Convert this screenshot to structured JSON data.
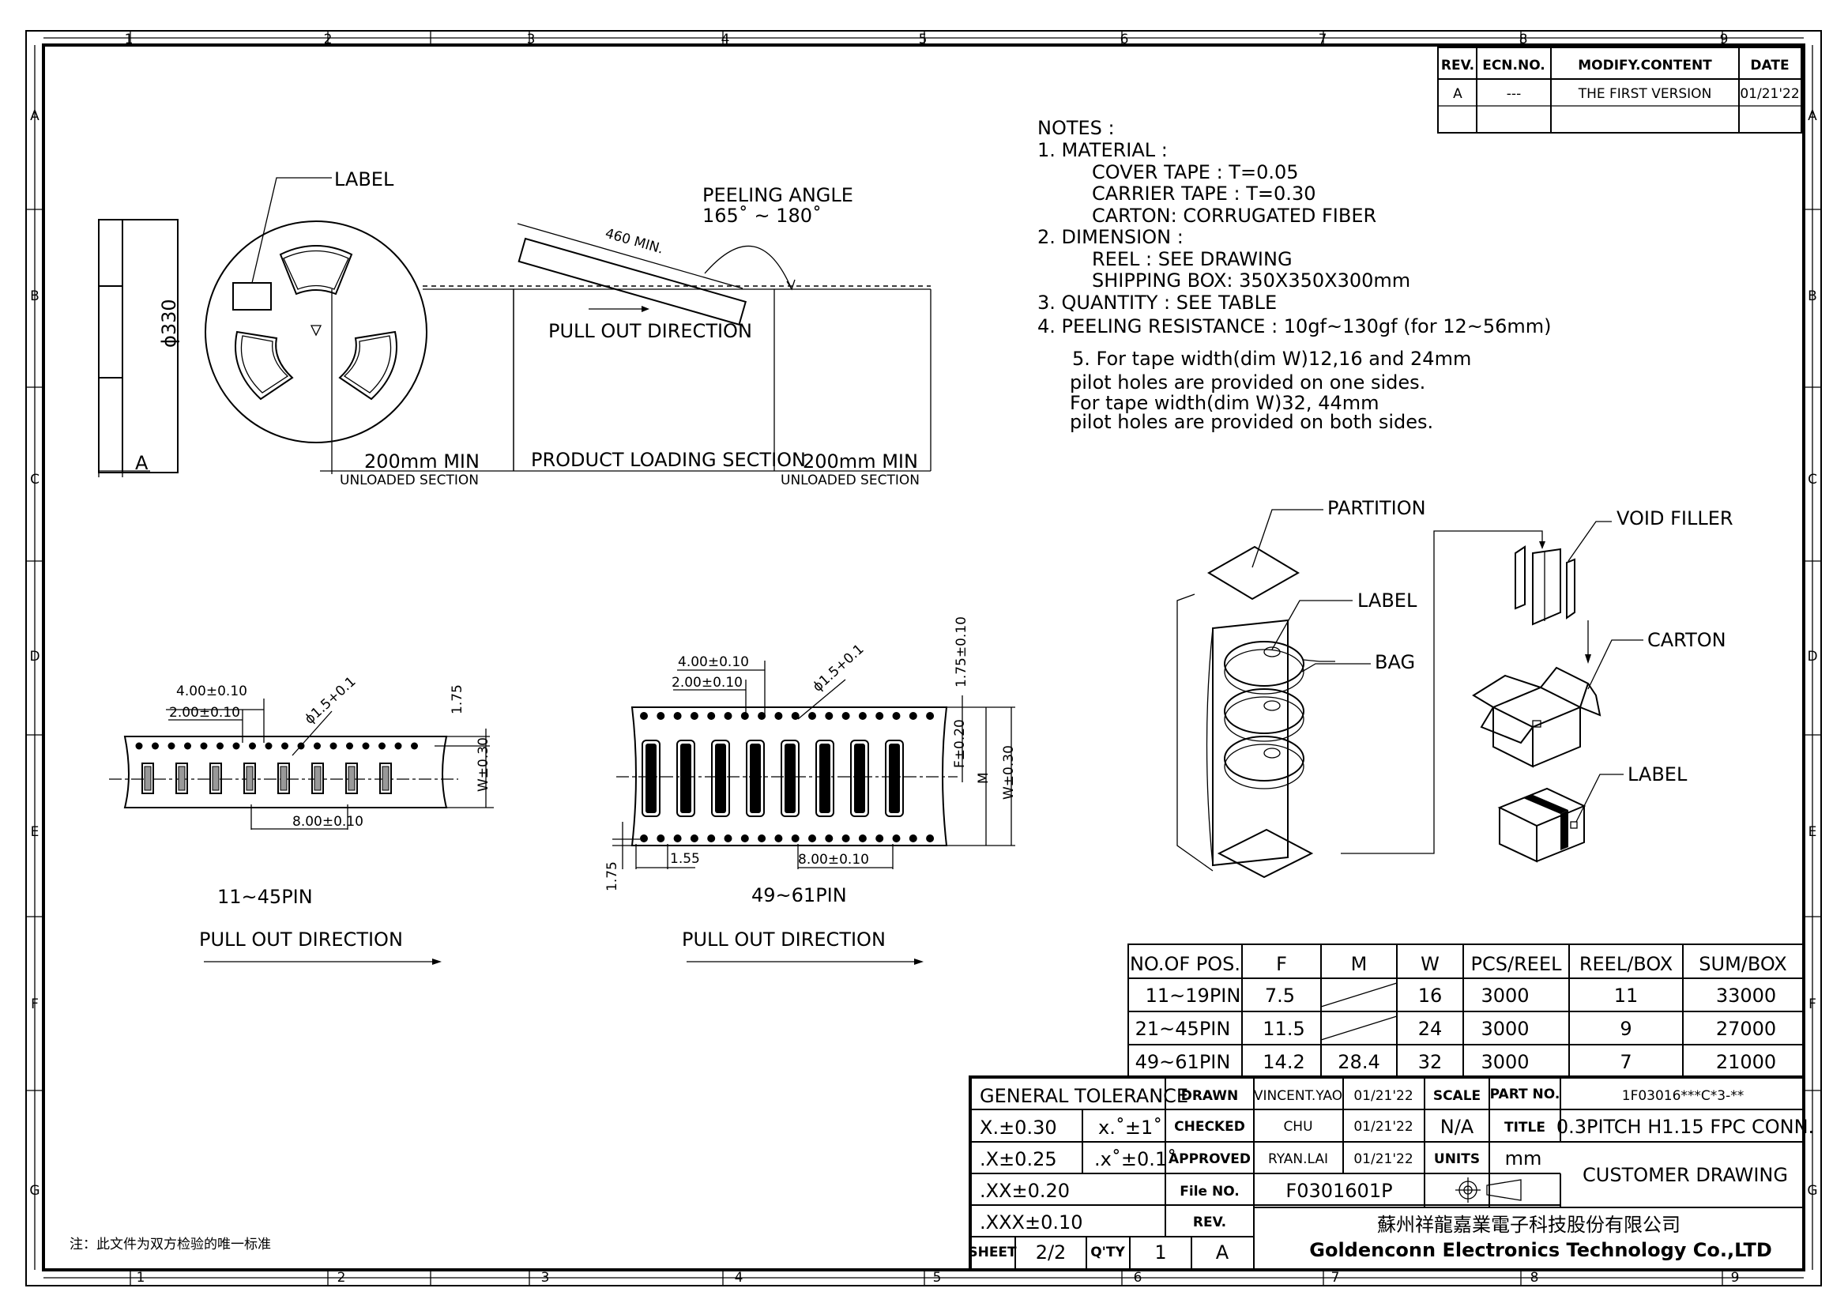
{
  "border": {
    "columns": [
      "1",
      "2",
      "3",
      "4",
      "5",
      "6",
      "7",
      "8",
      "9"
    ],
    "rows": [
      "A",
      "B",
      "C",
      "D",
      "E",
      "F",
      "G"
    ]
  },
  "revision": {
    "headers": [
      "REV.",
      "ECN.NO.",
      "MODIFY.CONTENT",
      "DATE"
    ],
    "rows": [
      [
        "A",
        "---",
        "THE FIRST VERSION",
        "01/21'22"
      ]
    ]
  },
  "notes": [
    "NOTES :",
    "1. MATERIAL :",
    "COVER TAPE :   T=0.05",
    "CARRIER TAPE : T=0.30",
    "CARTON: CORRUGATED FIBER",
    "2. DIMENSION :",
    "REEL : SEE DRAWING",
    "SHIPPING BOX: 350X350X300mm",
    "3. QUANTITY : SEE TABLE",
    "4. PEELING RESISTANCE : 10gf~130gf (for 12~56mm)",
    "5. For tape width(dim W)12,16 and 24mm",
    "pilot holes are provided on one sides.",
    "For tape width(dim W)32, 44mm",
    "pilot holes are provided on both sides."
  ],
  "reel": {
    "label": "LABEL",
    "diameter": "ϕ330",
    "a_dim": "A",
    "peeling_angle": "PEELING ANGLE",
    "peeling_range": "165˚ ~ 180˚",
    "tape_length": "460 MIN.",
    "pull_out": "PULL OUT DIRECTION",
    "unloaded_len_left": "200mm MIN",
    "product_loading": "PRODUCT LOADING SECTION",
    "unloaded_len_right": "200mm MIN",
    "unloaded_left": "UNLOADED SECTION",
    "unloaded_right": "UNLOADED SECTION"
  },
  "tape_small": {
    "pitch_400": "4.00±0.10",
    "pitch_200": "2.00±0.10",
    "hole": "ϕ1.5+0.1",
    "dim_175": "1.75",
    "width": "W±0.30",
    "pitch_800": "8.00±0.10",
    "pins": "11~45PIN",
    "pull_out": "PULL OUT DIRECTION"
  },
  "tape_large": {
    "pitch_400": "4.00±0.10",
    "pitch_200": "2.00±0.10",
    "hole": "ϕ1.5+0.1",
    "dim_175_top": "1.75±0.10",
    "f_dim": "F±0.20",
    "m_dim": "M",
    "width": "W±0.30",
    "dim_155": "1.55",
    "pitch_800": "8.00±0.10",
    "dim_175_side": "1.75",
    "pins": "49~61PIN",
    "pull_out": "PULL OUT DIRECTION"
  },
  "packing": {
    "partition": "PARTITION",
    "label_reel": "LABEL",
    "bag": "BAG",
    "void_filler": "VOID FILLER",
    "carton": "CARTON",
    "label_box": "LABEL"
  },
  "qty_table": {
    "headers": [
      "NO.OF POS.",
      "F",
      "M",
      "W",
      "PCS/REEL",
      "REEL/BOX",
      "SUM/BOX"
    ],
    "rows": [
      [
        "11~19PIN",
        "7.5",
        "",
        "16",
        "3000",
        "11",
        "33000"
      ],
      [
        "21~45PIN",
        "11.5",
        "",
        "24",
        "3000",
        "9",
        "27000"
      ],
      [
        "49~61PIN",
        "14.2",
        "28.4",
        "32",
        "3000",
        "7",
        "21000"
      ]
    ]
  },
  "title_block": {
    "general_tolerance": "GENERAL TOLERANCE",
    "tol1": "X.±0.30",
    "ang1": "x.˚±1˚",
    "tol2": ".X±0.25",
    "ang2": ".x˚±0.1˚",
    "tol3": ".XX±0.20",
    "tol4": ".XXX±0.10",
    "drawn_label": "DRAWN",
    "drawn_name": "VINCENT.YAO",
    "drawn_date": "01/21'22",
    "checked_label": "CHECKED",
    "checked_name": "CHU",
    "checked_date": "01/21'22",
    "approved_label": "APPROVED",
    "approved_name": "RYAN.LAI",
    "approved_date": "01/21'22",
    "scale_label": "SCALE",
    "scale_value": "N/A",
    "units_label": "UNITS",
    "units_value": "mm",
    "file_label": "File NO.",
    "file_value": "F0301601P",
    "rev_label": "REV.",
    "rev_value": "A",
    "sheet_label": "SHEET",
    "sheet_value": "2/2",
    "qty_label": "Q'TY",
    "qty_value": "1",
    "part_label": "PART NO.",
    "part_value": "1F03016***C*3-**",
    "title_label": "TITLE",
    "title_value": "0.3PITCH H1.15 FPC CONN.",
    "customer_drawing": "CUSTOMER DRAWING",
    "company_cn": "蘇州祥龍嘉業電子科技股份有限公司",
    "company_en": "Goldenconn Electronics Technology Co.,LTD"
  },
  "footnote": "注：此文件为双方检验的唯一标准"
}
